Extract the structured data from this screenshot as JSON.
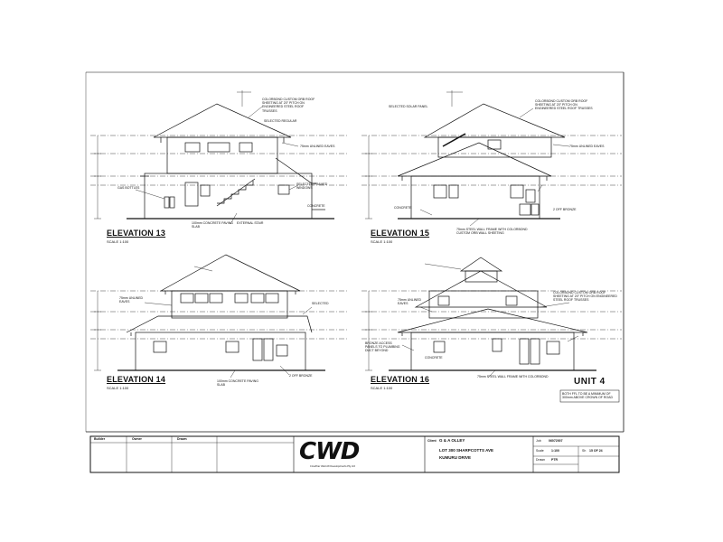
{
  "elevations": [
    {
      "id": "13",
      "title": "ELEVATION 13",
      "scale": "SCALE 1:100"
    },
    {
      "id": "15",
      "title": "ELEVATION 15",
      "scale": "SCALE 1:100"
    },
    {
      "id": "14",
      "title": "ELEVATION 14",
      "scale": "SCALE 1:100"
    },
    {
      "id": "16",
      "title": "ELEVATION 16",
      "scale": "SCALE 1:100"
    }
  ],
  "unit_label": "UNIT 4",
  "unit_note": "BOTH FFL TO BE A MINIMUM OF 300mm ABOVE CROWN OF ROAD",
  "title_block": {
    "field_1": "Builder",
    "field_2": "Owner",
    "field_3": "Drawn",
    "logo_text": "CWD",
    "logo_sub": "Crowther Walcott Developments Pty Ltd",
    "client_label": "Client",
    "client_name": "G & A OLLEY",
    "project_line_1": "LOT 300 SHARPCOTTS AVE",
    "project_line_2": "KUMURU DRIVE",
    "job_label": "Job",
    "job_value": "06072007",
    "scale_label": "Scale",
    "scale_value": "1:100",
    "drawn_label": "Drawn",
    "drawn_value": "PTR",
    "sheet_label": "Sh",
    "sheet_value": "15 OF 24"
  },
  "annotations_13": [
    "COLORBOND CUSTOM ORB ROOF SHEETING AT 20° PITCH ON ENGINEERED STEEL ROOF TRUSSES",
    "SELECTED REGULAR",
    "75mm UNLINED EAVES",
    "SELECTED FRAMED WINDOWS",
    "GAS BOTTLES",
    "100mm CONCRETE PAVING SLAB",
    "CONCRETE",
    "EXTERNAL STAIR"
  ],
  "annotations_15": [
    "SELECTED SOLAR PANEL",
    "COLORBOND CUSTOM ORB ROOF SHEETING AT 20° PITCH ON ENGINEERED STEEL ROOF TRUSSES",
    "75mm UNLINED EAVES",
    "75mm STEEL WALL FRAME WITH COLORBOND CUSTOM ORB WALL SHEETING",
    "2 OFF BRONZE",
    "CONCRETE"
  ],
  "annotations_14": [
    "75mm UNLINED EAVES",
    "SELECTED",
    "100mm CONCRETE PAVING SLAB",
    "2 OFF BRONZE"
  ],
  "annotations_16": [
    "COLORBOND CUSTOM ORB ROOF SHEETING AT 20° PITCH ON ENGINEERED STEEL ROOF TRUSSES",
    "75mm UNLINED EAVES",
    "BRONZE ACCESS PANELS TO PLUMBING DUCT BEYOND",
    "CONCRETE",
    "75mm STEEL WALL FRAME WITH COLORBOND"
  ]
}
